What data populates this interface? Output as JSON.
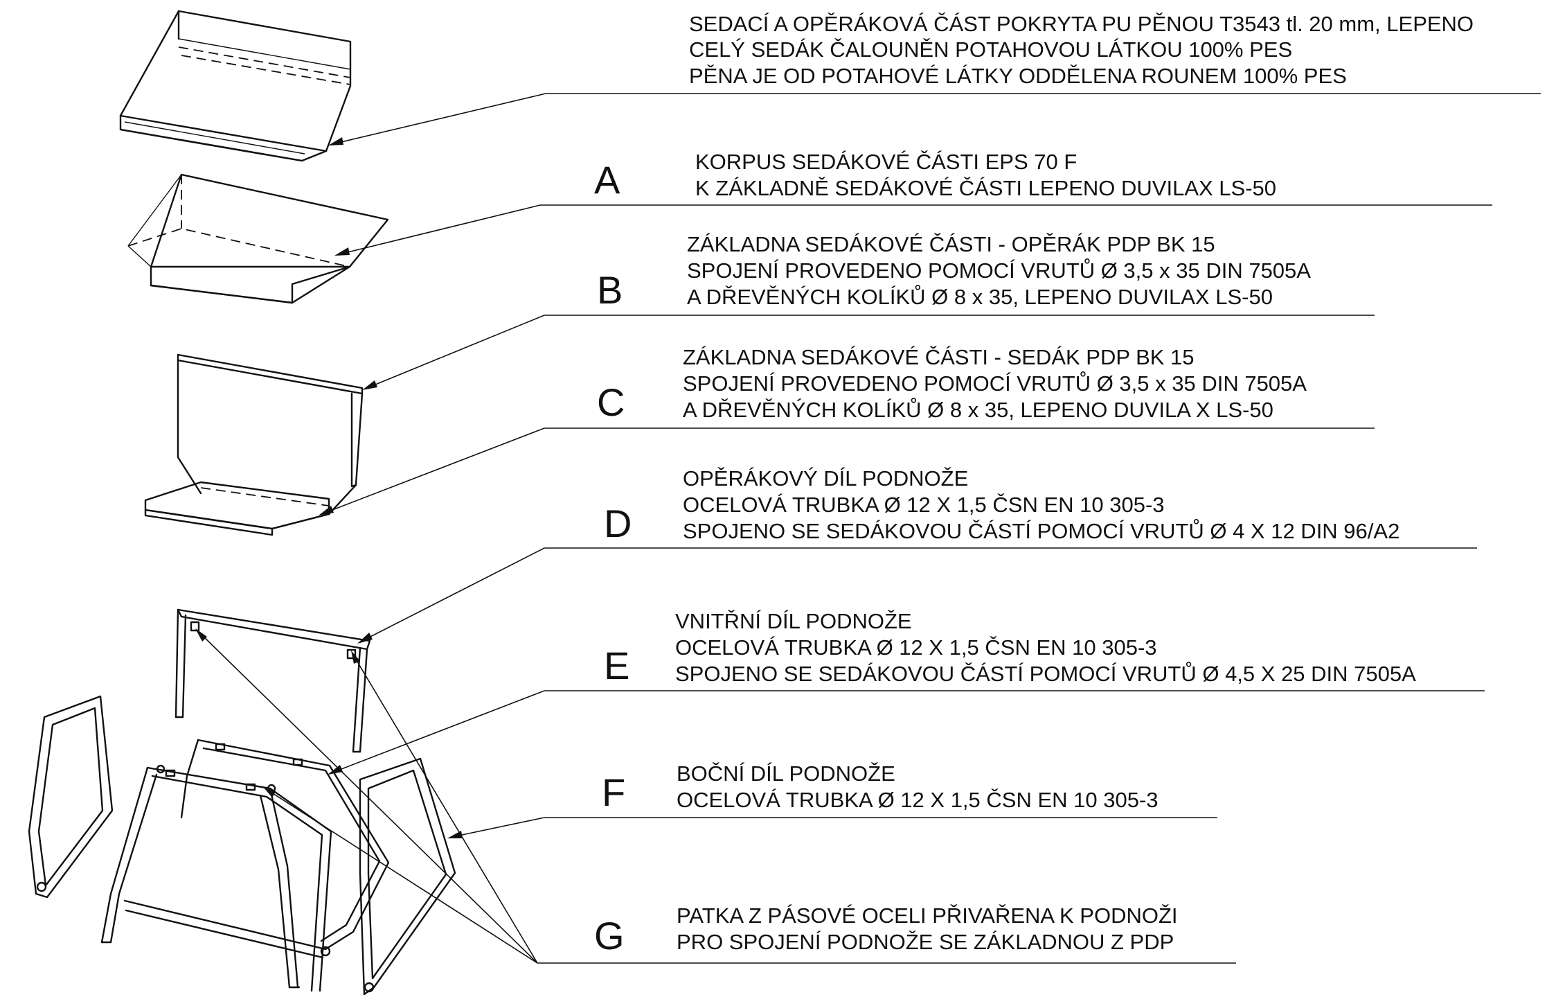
{
  "callouts": [
    {
      "id": "top",
      "letter": "",
      "lines": [
        "SEDACÍ A OPĚRÁKOVÁ ČÁST POKRYTA PU PĚNOU T3543 tl. 20 mm, LEPENO",
        "CELÝ SEDÁK ČALOUNĚN POTAHOVOU LÁTKOU 100% PES",
        "PĚNA JE OD POTAHOVÉ LÁTKY ODDĚLENA ROUNEM 100% PES"
      ]
    },
    {
      "id": "A",
      "letter": "A",
      "lines": [
        "KORPUS SEDÁKOVÉ ČÁSTI EPS 70 F",
        "K ZÁKLADNĚ SEDÁKOVÉ ČÁSTI LEPENO DUVILAX LS-50"
      ]
    },
    {
      "id": "B",
      "letter": "B",
      "lines": [
        "ZÁKLADNA SEDÁKOVÉ ČÁSTI  - OPĚRÁK PDP BK 15",
        "SPOJENÍ PROVEDENO POMOCÍ  VRUTŮ Ø 3,5 x 35 DIN 7505A",
        "A  DŘEVĚNÝCH KOLÍKŮ Ø 8 x 35, LEPENO DUVILAX LS-50"
      ]
    },
    {
      "id": "C",
      "letter": "C",
      "lines": [
        "ZÁKLADNA SEDÁKOVÉ ČÁSTI  - SEDÁK PDP BK 15",
        "SPOJENÍ PROVEDENO POMOCÍ  VRUTŮ Ø 3,5 x 35 DIN 7505A",
        "A  DŘEVĚNÝCH KOLÍKŮ Ø 8 x 35, LEPENO DUVILA X LS-50"
      ]
    },
    {
      "id": "D",
      "letter": "D",
      "lines": [
        "OPĚRÁKOVÝ DÍL PODNOŽE",
        "OCELOVÁ TRUBKA  Ø 12 X 1,5 ČSN EN 10 305-3",
        "SPOJENO SE SEDÁKOVOU ČÁSTÍ POMOCÍ VRUTŮ Ø 4 X 12 DIN 96/A2"
      ]
    },
    {
      "id": "E",
      "letter": "E",
      "lines": [
        "VNITŘNÍ DÍL PODNOŽE",
        "OCELOVÁ TRUBKA  Ø 12 X 1,5 ČSN EN 10 305-3",
        "SPOJENO SE SEDÁKOVOU ČÁSTÍ POMOCÍ VRUTŮ Ø 4,5 X 25 DIN 7505A"
      ]
    },
    {
      "id": "F",
      "letter": "F",
      "lines": [
        "BOČNÍ DÍL PODNOŽE",
        "OCELOVÁ TRUBKA  Ø 12 X 1,5 ČSN EN 10 305-3"
      ]
    },
    {
      "id": "G",
      "letter": "G",
      "lines": [
        "PATKA Z PÁSOVÉ OCELI PŘIVAŘENA K PODNOŽI",
        "PRO SPOJENÍ PODNOŽE SE ZÁKLADNOU Z PDP"
      ]
    }
  ]
}
